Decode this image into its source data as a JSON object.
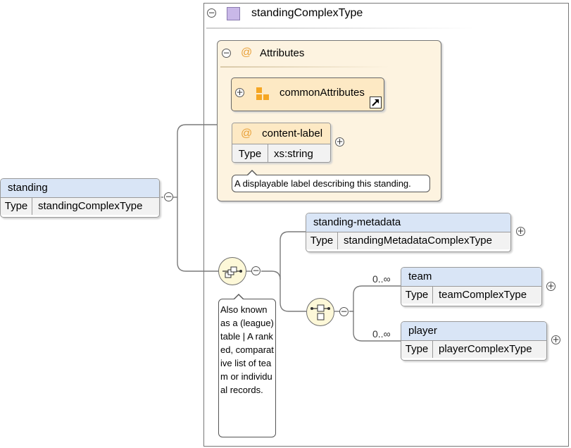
{
  "complex_type": {
    "name": "standingComplexType"
  },
  "attributes_group": {
    "title": "Attributes",
    "at_symbol": "@"
  },
  "common_attributes": {
    "name": "commonAttributes"
  },
  "content_label": {
    "name": "content-label",
    "type_key": "Type",
    "type_value": "xs:string",
    "doc": "A displayable label describing this standing."
  },
  "standing": {
    "name": "standing",
    "type_key": "Type",
    "type_value": "standingComplexType"
  },
  "sequence_doc": "Also known as a (league) table | A ranked, comparative list of team or individual records.",
  "standing_metadata": {
    "name": "standing-metadata",
    "type_key": "Type",
    "type_value": "standingMetadataComplexType"
  },
  "team": {
    "name": "team",
    "type_key": "Type",
    "type_value": "teamComplexType",
    "cardinality": "0..∞"
  },
  "player": {
    "name": "player",
    "type_key": "Type",
    "type_value": "playerComplexType",
    "cardinality": "0..∞"
  },
  "toggles": {
    "minus": "−",
    "plus": "+"
  },
  "colors": {
    "element_header": "#d9e5f6",
    "attribute_panel": "#fdf3e0",
    "attribute_header": "#fde9c4",
    "compositor": "#fdf8d8",
    "type_icon": "#c9b8e8",
    "group_icon": "#f5a623"
  }
}
